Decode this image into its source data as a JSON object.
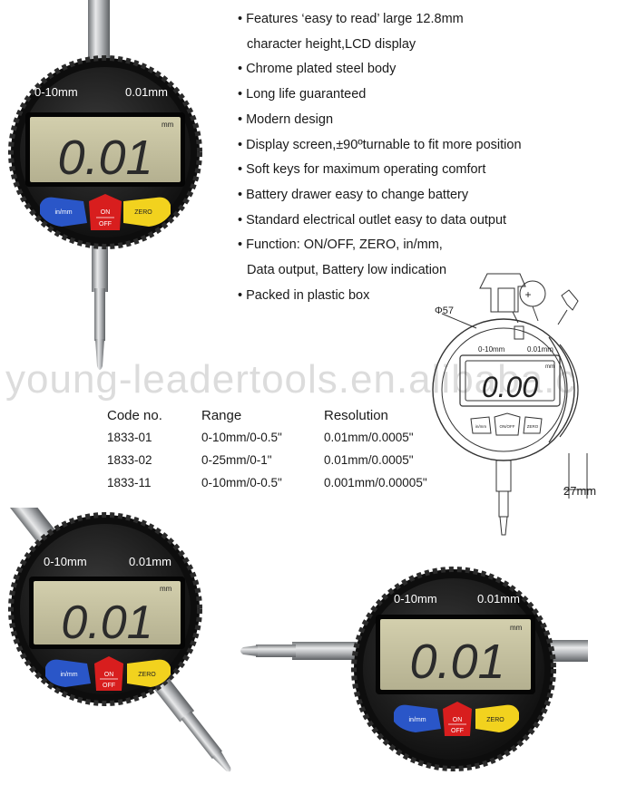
{
  "features": [
    {
      "text": "• Features ‘easy to read’ large 12.8mm",
      "cont": false
    },
    {
      "text": "character height,LCD display",
      "cont": true
    },
    {
      "text": "• Chrome plated steel body",
      "cont": false
    },
    {
      "text": "• Long life guaranteed",
      "cont": false
    },
    {
      "text": "• Modern design",
      "cont": false
    },
    {
      "text": "• Display screen,±90ºturnable to fit more position",
      "cont": false
    },
    {
      "text": "• Soft keys for maximum operating comfort",
      "cont": false
    },
    {
      "text": "• Battery drawer easy to change battery",
      "cont": false
    },
    {
      "text": "• Standard electrical outlet easy to data output",
      "cont": false
    },
    {
      "text": "• Function: ON/OFF, ZERO, in/mm,",
      "cont": false
    },
    {
      "text": "Data output, Battery low indication",
      "cont": true
    },
    {
      "text": "• Packed in plastic box",
      "cont": false
    }
  ],
  "watermark": "young-leadertools.en.alibaba.c",
  "spec_table": {
    "headers": [
      "Code no.",
      "Range",
      "Resolution"
    ],
    "rows": [
      [
        "1833-01",
        "0-10mm/0-0.5\"",
        "0.01mm/0.0005\""
      ],
      [
        "1833-02",
        "0-25mm/0-1\"",
        "0.01mm/0.0005\""
      ],
      [
        "1833-11",
        "0-10mm/0-0.5\"",
        "0.001mm/0.00005\""
      ]
    ]
  },
  "gauge": {
    "range_label": "0-10mm",
    "resolution_label": "0.01mm",
    "reading": "0.01",
    "unit": "mm",
    "buttons": {
      "inmm": "in/mm",
      "on": "ON",
      "off": "OFF",
      "zero": "ZERO"
    }
  },
  "drawing": {
    "diameter_label": "Φ57",
    "depth_label": "27mm",
    "battery_sign": "+",
    "range_label": "0-10mm",
    "resolution_label": "0.01mm",
    "reading": "0.00",
    "unit": "mm",
    "buttons": {
      "inmm": "in/mm",
      "onoff": "ON/OFF",
      "zero": "ZERO"
    }
  },
  "colors": {
    "bezel": "#1c1c1c",
    "lcd": "#c4c09c",
    "button_blue": "#2a56c8",
    "button_red": "#d81e1e",
    "button_yellow": "#f2d21e",
    "chrome": "#b5b7ba"
  }
}
